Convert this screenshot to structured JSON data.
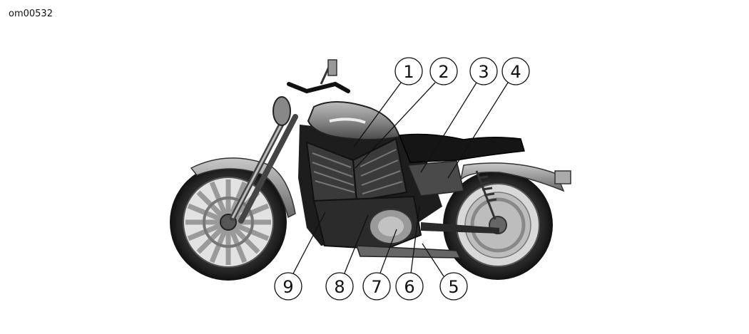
{
  "figure_id": "om00532",
  "callouts": [
    {
      "label": "1"
    },
    {
      "label": "2"
    },
    {
      "label": "3"
    },
    {
      "label": "4"
    },
    {
      "label": "5"
    },
    {
      "label": "6"
    },
    {
      "label": "7"
    },
    {
      "label": "8"
    },
    {
      "label": "9"
    }
  ]
}
